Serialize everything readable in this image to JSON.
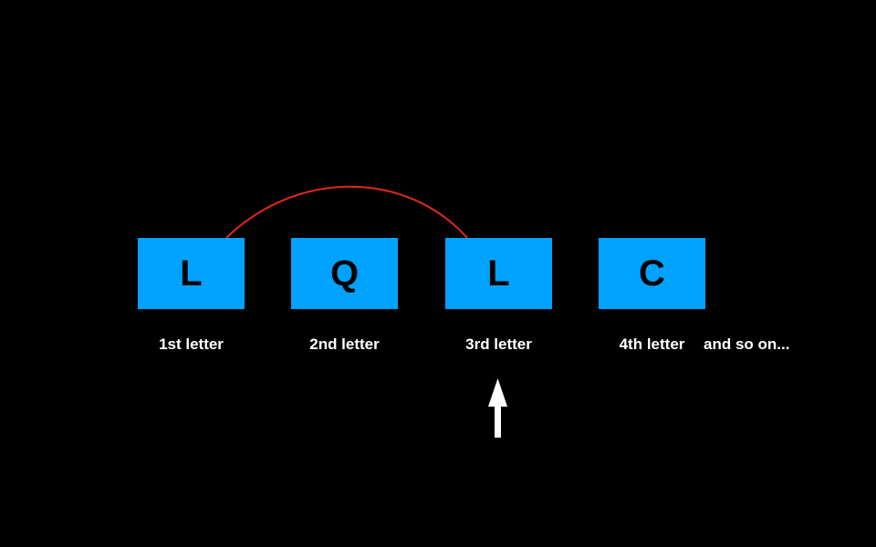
{
  "letters": [
    {
      "letter": "L",
      "caption": "1st letter"
    },
    {
      "letter": "Q",
      "caption": "2nd letter"
    },
    {
      "letter": "L",
      "caption": "3rd letter"
    },
    {
      "letter": "C",
      "caption": "4th letter"
    }
  ],
  "continuation": "and so on...",
  "colors": {
    "background": "#000000",
    "box_fill": "#00A2FF",
    "letter_text": "#000000",
    "caption_text": "#FFFFFF",
    "arc": "#E0281B",
    "pointer_arrow": "#FFFFFF"
  },
  "connections": [
    {
      "from_letter_index": 0,
      "to_letter_index": 2,
      "style": "red-arc"
    }
  ],
  "pointer": {
    "points_to_letter_index": 2,
    "icon": "up-arrow-icon"
  }
}
